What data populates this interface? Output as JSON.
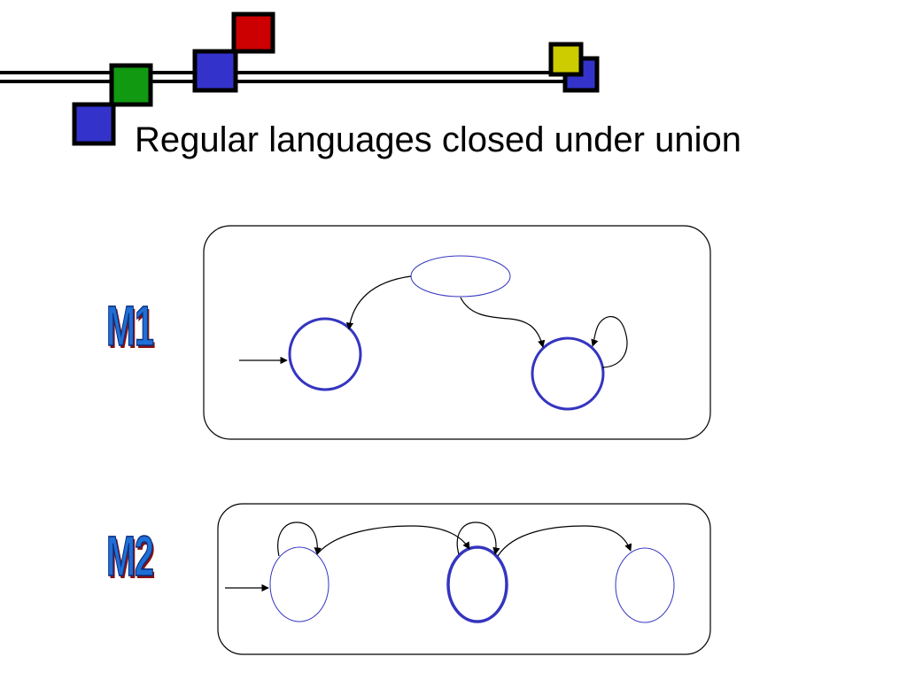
{
  "slide": {
    "title": "Regular languages closed under union"
  },
  "machines": [
    {
      "id": "m1",
      "label": "M1"
    },
    {
      "id": "m2",
      "label": "M2"
    }
  ],
  "colors": {
    "state_stroke": "#3535c0",
    "square_blue": "#3333cc",
    "square_green": "#119911",
    "square_red": "#cc0000",
    "square_yellow": "#cccc00",
    "label_fill": "#1e6fd6",
    "label_shadow": "#8a1010"
  }
}
